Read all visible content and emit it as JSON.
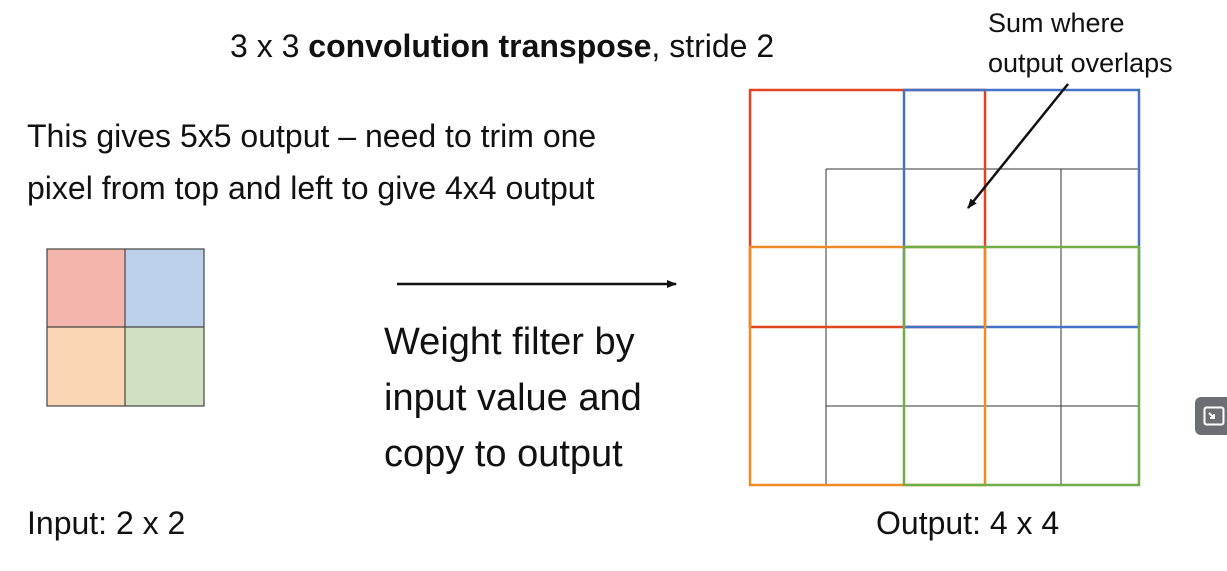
{
  "title": {
    "prefix": "3 x 3 ",
    "bold": "convolution transpose",
    "suffix": ", stride 2"
  },
  "note": {
    "line1": "This gives 5x5 output – need to trim one",
    "line2": "pixel from top and left to give 4x4 output"
  },
  "process_text": {
    "line1": "Weight filter by",
    "line2": "input value and",
    "line3": "copy to output"
  },
  "callout": {
    "line1": "Sum where",
    "line2": "output overlaps"
  },
  "input_label": "Input: 2 x 2",
  "output_label": "Output: 4 x 4",
  "colors": {
    "cell_red": "#f4b6ac",
    "cell_blue": "#bdd0ea",
    "cell_orange": "#fbd6b4",
    "cell_green": "#d1dfc3",
    "filter_red": "#e0441f",
    "filter_blue": "#4472c4",
    "filter_orange": "#f08a24",
    "filter_green": "#70ad47",
    "grid_line": "#333333"
  },
  "overlay_button_icon": "picture-in-picture-icon"
}
